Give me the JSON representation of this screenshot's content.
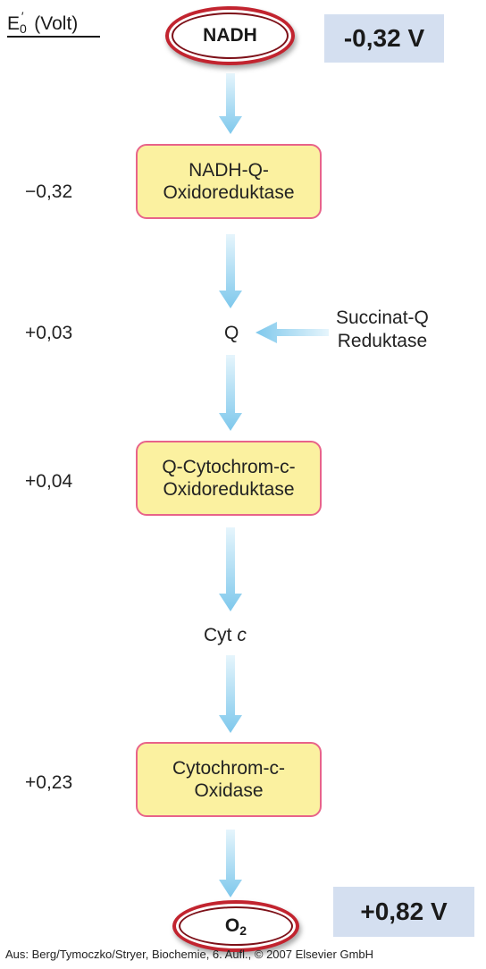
{
  "axis": {
    "symbol": "E",
    "prime": "′",
    "sub": "0",
    "unit": "(Volt)"
  },
  "start": {
    "label": "NADH",
    "potential": "-0,32 V"
  },
  "end": {
    "label": "O",
    "sub": "2",
    "potential": "+0,82 V"
  },
  "steps": [
    {
      "line1": "NADH-Q-",
      "line2": "Oxidoreduktase",
      "potential": "−0,32"
    },
    {
      "label": "Q",
      "potential": "+0,03"
    },
    {
      "line1": "Q-Cytochrom-c-",
      "line2": "Oxidoreduktase",
      "potential": "+0,04"
    },
    {
      "label": "Cyt",
      "italic": "c"
    },
    {
      "line1": "Cytochrom-c-",
      "line2": "Oxidase",
      "potential": "+0,23"
    }
  ],
  "side_input": {
    "line1": "Succinat-Q",
    "line2": "Reduktase"
  },
  "caption": "Aus: Berg/Tymoczko/Stryer, Biochemie, 6. Aufl., © 2007 Elsevier GmbH",
  "colors": {
    "box_fill": "#fbf1a0",
    "box_border": "#e8638a",
    "ring": "#c2242f",
    "badge": "#d4dff0",
    "arrow": "#7ec8ec"
  }
}
